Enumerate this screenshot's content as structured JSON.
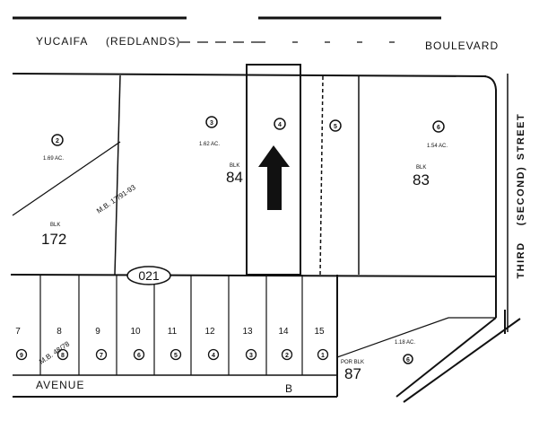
{
  "streets": {
    "top_left": "YUCAIFA",
    "top_left_paren": "(REDLANDS)",
    "top_right": "BOULEVARD",
    "right_street": "STREET",
    "right_second": "(SECOND)",
    "right_third": "THIRD",
    "bottom_avenue": "AVENUE",
    "bottom_b": "B"
  },
  "blocks": [
    {
      "label": "BLK",
      "number": "172"
    },
    {
      "label": "BLK",
      "number": "84"
    },
    {
      "label": "BLK",
      "number": "83"
    },
    {
      "label": "POR BLK",
      "number": "87"
    }
  ],
  "acreage": {
    "left": "1.69 AC.",
    "mid": "1.62 AC.",
    "right": "1.54 AC.",
    "bottom_right": "1.18 AC."
  },
  "parcels": {
    "left": "2",
    "mid_left": "3",
    "mid": "4",
    "mid_right": "5",
    "right": "6",
    "bottom_right": "6"
  },
  "map_book": {
    "mid": "M.B. 17/91-93",
    "bottom": "M.B. 48/78"
  },
  "page_code": "021",
  "lots": [
    {
      "lot": "7",
      "parcel": "9"
    },
    {
      "lot": "8",
      "parcel": "8"
    },
    {
      "lot": "9",
      "parcel": "7"
    },
    {
      "lot": "10",
      "parcel": "6"
    },
    {
      "lot": "11",
      "parcel": "5"
    },
    {
      "lot": "12",
      "parcel": "4"
    },
    {
      "lot": "13",
      "parcel": "3"
    },
    {
      "lot": "14",
      "parcel": "2"
    },
    {
      "lot": "15",
      "parcel": "1"
    }
  ],
  "colors": {
    "ink": "#111111",
    "paper": "#ffffff"
  }
}
